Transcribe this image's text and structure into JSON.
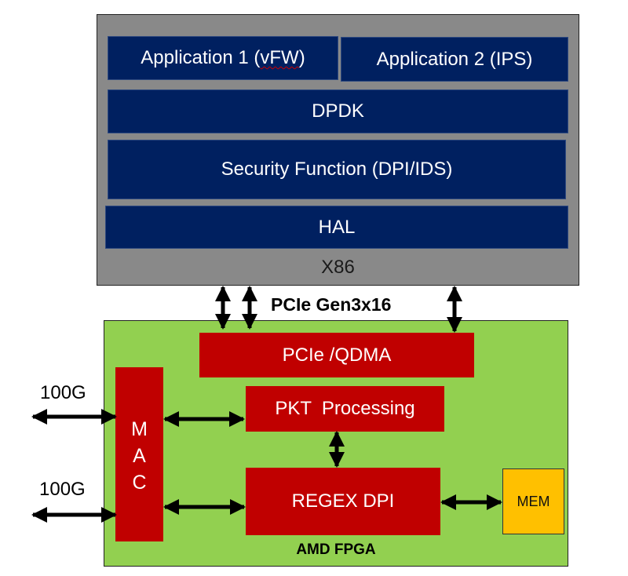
{
  "colors": {
    "host_bg": "#898989",
    "software_layer": "#002060",
    "fpga_bg": "#92d050",
    "fpga_block": "#c00000",
    "memory_block": "#ffc000",
    "arrow": "#000000"
  },
  "host": {
    "label": "X86",
    "app1": {
      "prefix": "Application 1 (",
      "name": "vFW",
      "suffix": ")"
    },
    "app2": "Application 2 (IPS)",
    "dpdk": "DPDK",
    "security": "Security Function (DPI/IDS)",
    "hal": "HAL"
  },
  "link": {
    "label": "PCIe Gen3x16"
  },
  "fpga": {
    "label": "AMD FPGA",
    "pcie_qdma": "PCIe /QDMA",
    "pkt_processing": "PKT  Processing",
    "regex_dpi": "REGEX DPI",
    "mac": [
      "M",
      "A",
      "C"
    ],
    "mem": "MEM"
  },
  "ports": [
    {
      "label": "100G"
    },
    {
      "label": "100G"
    }
  ]
}
